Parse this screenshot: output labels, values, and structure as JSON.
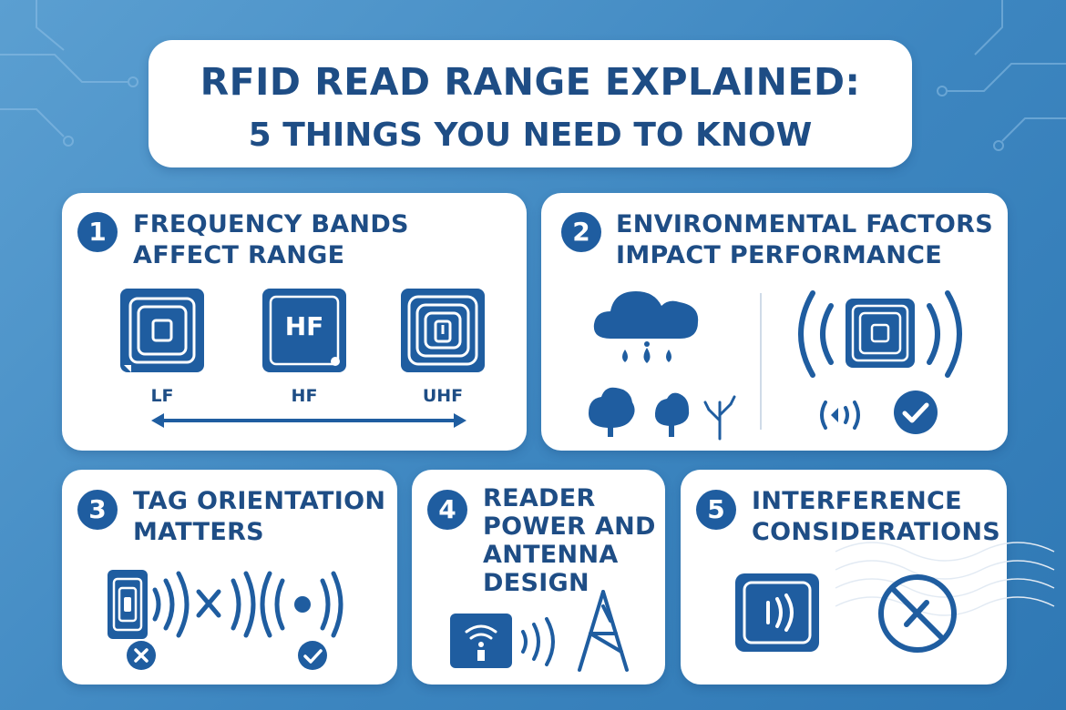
{
  "title": {
    "line1": "RFID READ RANGE EXPLAINED:",
    "line2": "5 THINGS YOU NEED TO KNOW"
  },
  "cards": [
    {
      "number": "1",
      "heading_lines": [
        "FREQUENCY BANDS",
        "AFFECT RANGE"
      ],
      "bands": [
        "LF",
        "HF",
        "UHF"
      ],
      "chip_label": "HF"
    },
    {
      "number": "2",
      "heading_lines": [
        "ENVIRONMENTAL FACTORS",
        "IMPACT PERFORMANCE"
      ]
    },
    {
      "number": "3",
      "heading_lines": [
        "TAG ORIENTATION",
        "MATTERS"
      ]
    },
    {
      "number": "4",
      "heading_lines": [
        "READER",
        "POWER AND",
        "ANTENNA",
        "DESIGN"
      ]
    },
    {
      "number": "5",
      "heading_lines": [
        "INTERFERENCE",
        "CONSIDERATIONS"
      ]
    }
  ],
  "icons": [
    "cloud-rain-icon",
    "tree-icon",
    "bare-tree-icon",
    "rfid-tag-icon",
    "signal-waves-icon",
    "check-circle-icon",
    "x-circle-icon",
    "reader-device-icon",
    "antenna-tower-icon",
    "no-signal-icon"
  ],
  "colors": {
    "primary": "#1f5da0",
    "text": "#1e4d85",
    "background": "#3d86c0",
    "card": "#ffffff"
  }
}
